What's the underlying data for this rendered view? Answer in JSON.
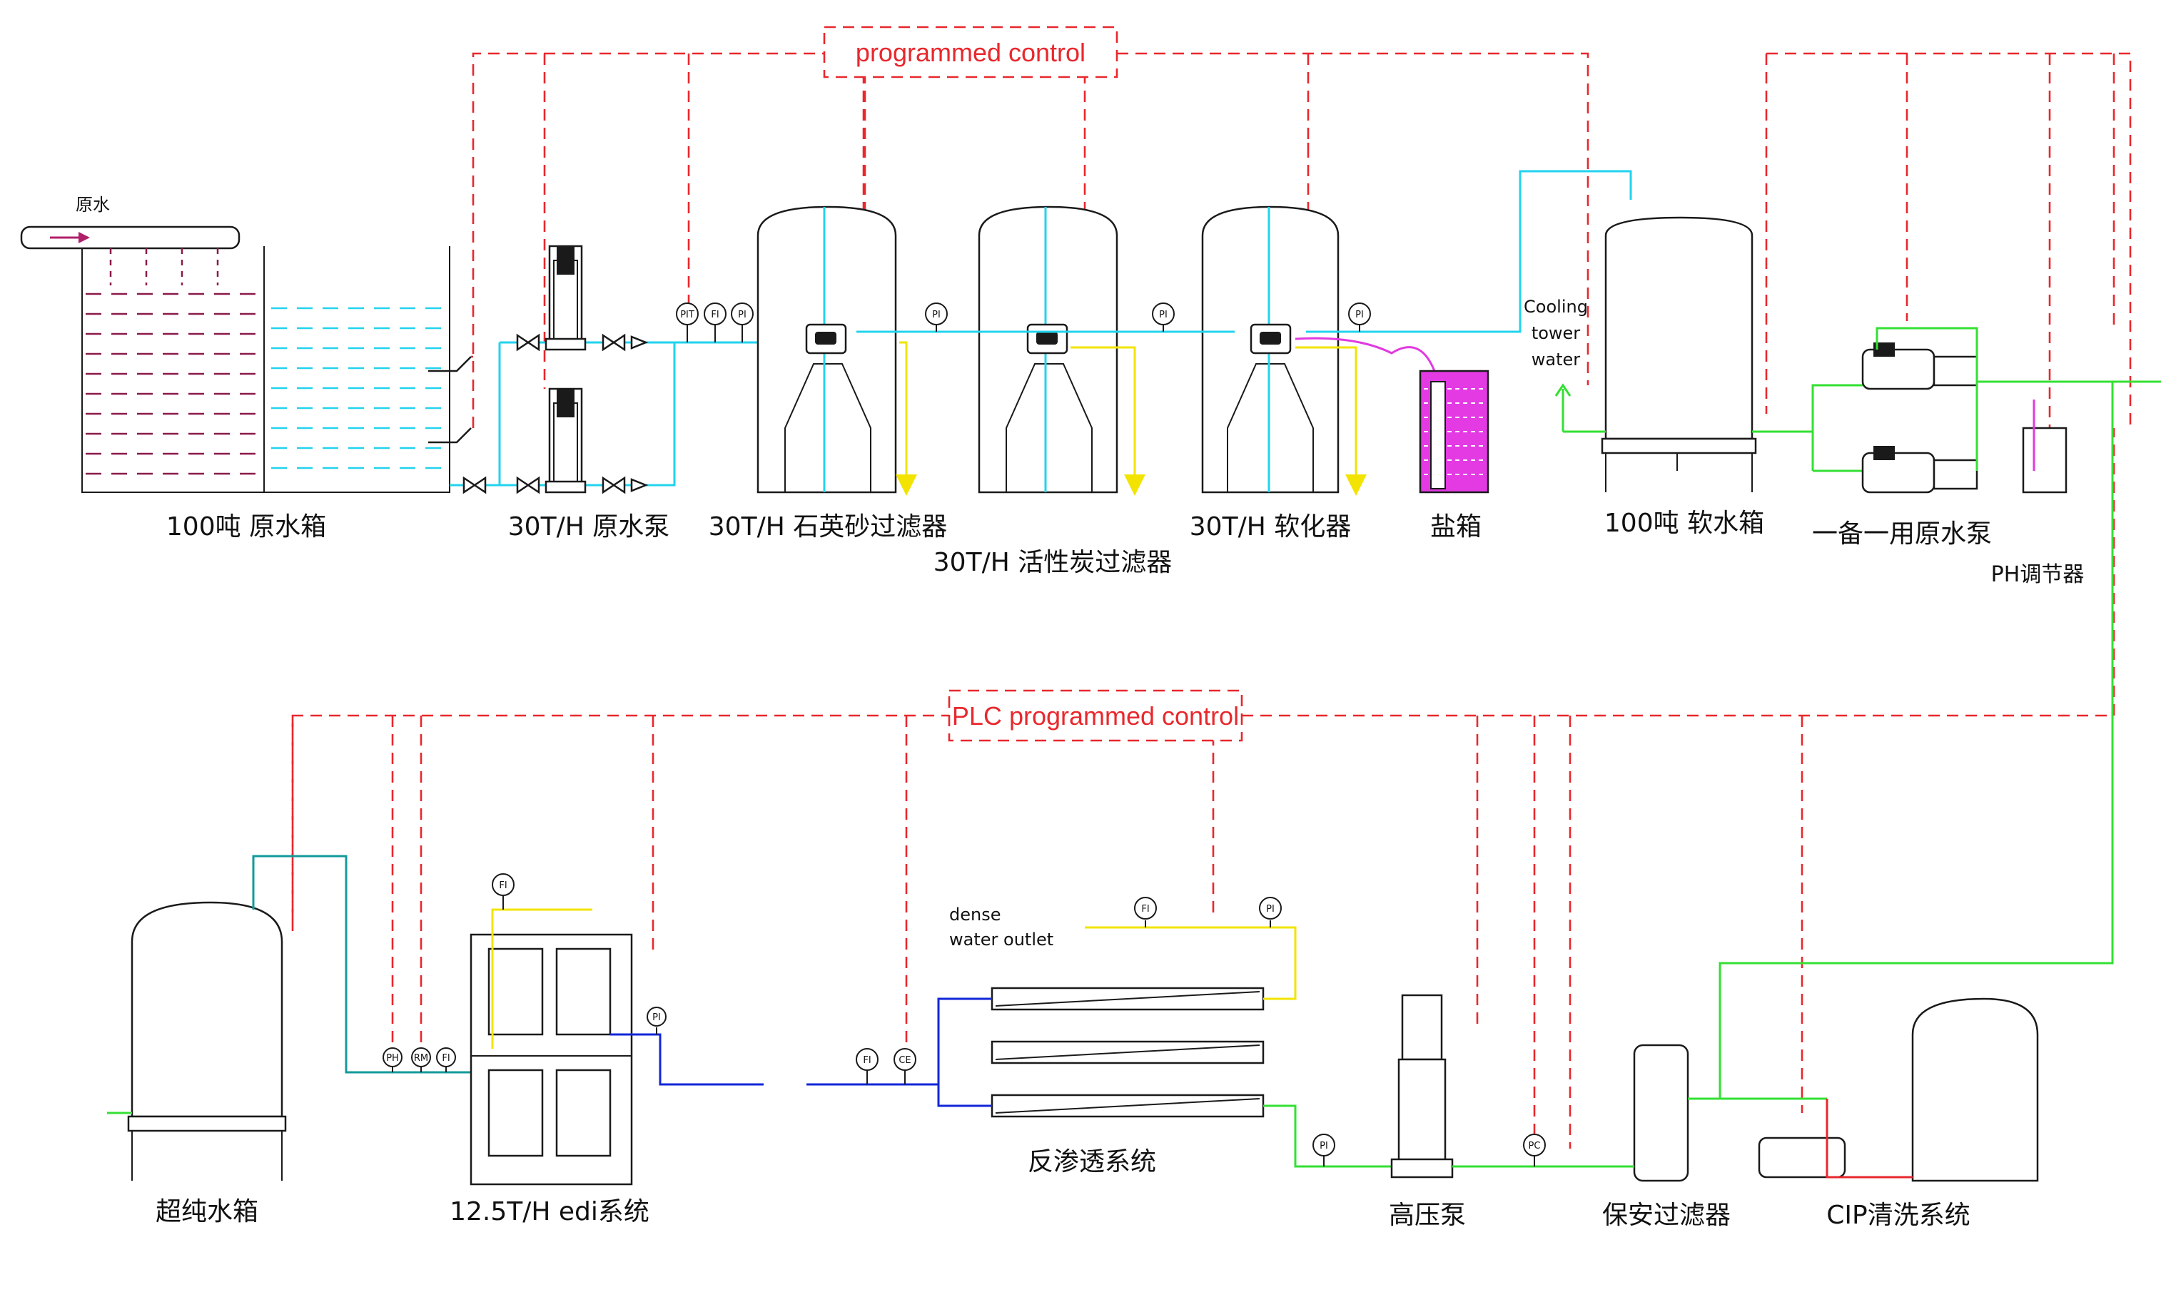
{
  "diagram": {
    "control_top": "programmed control",
    "control_bottom": "PLC programmed control",
    "raw_water_inlet": "原水",
    "cooling_tower": [
      "Cooling",
      "tower",
      "water"
    ],
    "dense_outlet": [
      "dense",
      "water outlet"
    ],
    "gauges": [
      "PIT",
      "FI",
      "PI",
      "PI",
      "PI",
      "PI",
      "FI",
      "PI",
      "FI",
      "CE",
      "PI",
      "PC",
      "PH",
      "RM",
      "FI",
      "FI",
      "PI"
    ],
    "colors": {
      "control": "#e8282d",
      "raw_water": "#22d3ee",
      "soft_water": "#33e033",
      "product_ro": "#1226d8",
      "drain": "#f2e400",
      "brine": "#e03ae0",
      "ultrapure": "#139a9a"
    },
    "equipment": {
      "raw_tank": "100吨  原水箱",
      "raw_pump": "30T/H  原水泵",
      "sand_filter": "30T/H  石英砂过滤器",
      "carbon_filter": "30T/H  活性炭过滤器",
      "softener": "30T/H  软化器",
      "salt_tank": "盐箱",
      "soft_tank": "100吨  软水箱",
      "standby_pump": "一备一用原水泵",
      "ph_regulator": "PH调节器",
      "ultrapure_tank": "超纯水箱",
      "edi": "12.5T/H edi系统",
      "ro": "反渗透系统",
      "hp_pump": "高压泵",
      "security_filter": "保安过滤器",
      "cip": "CIP清洗系统"
    }
  }
}
